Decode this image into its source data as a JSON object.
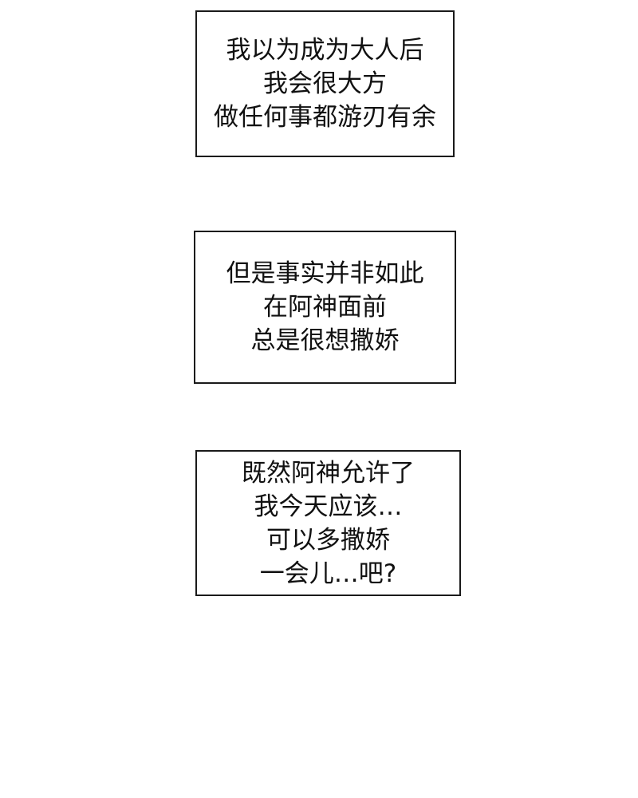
{
  "captions": [
    {
      "lines": [
        "我以为成为大人后",
        "我会很大方",
        "做任何事都游刃有余"
      ]
    },
    {
      "lines": [
        "但是事实并非如此",
        "在阿神面前",
        "总是很想撒娇"
      ]
    },
    {
      "lines": [
        "既然阿神允许了",
        "我今天应该…",
        "可以多撒娇",
        "一会儿…吧?"
      ]
    }
  ]
}
